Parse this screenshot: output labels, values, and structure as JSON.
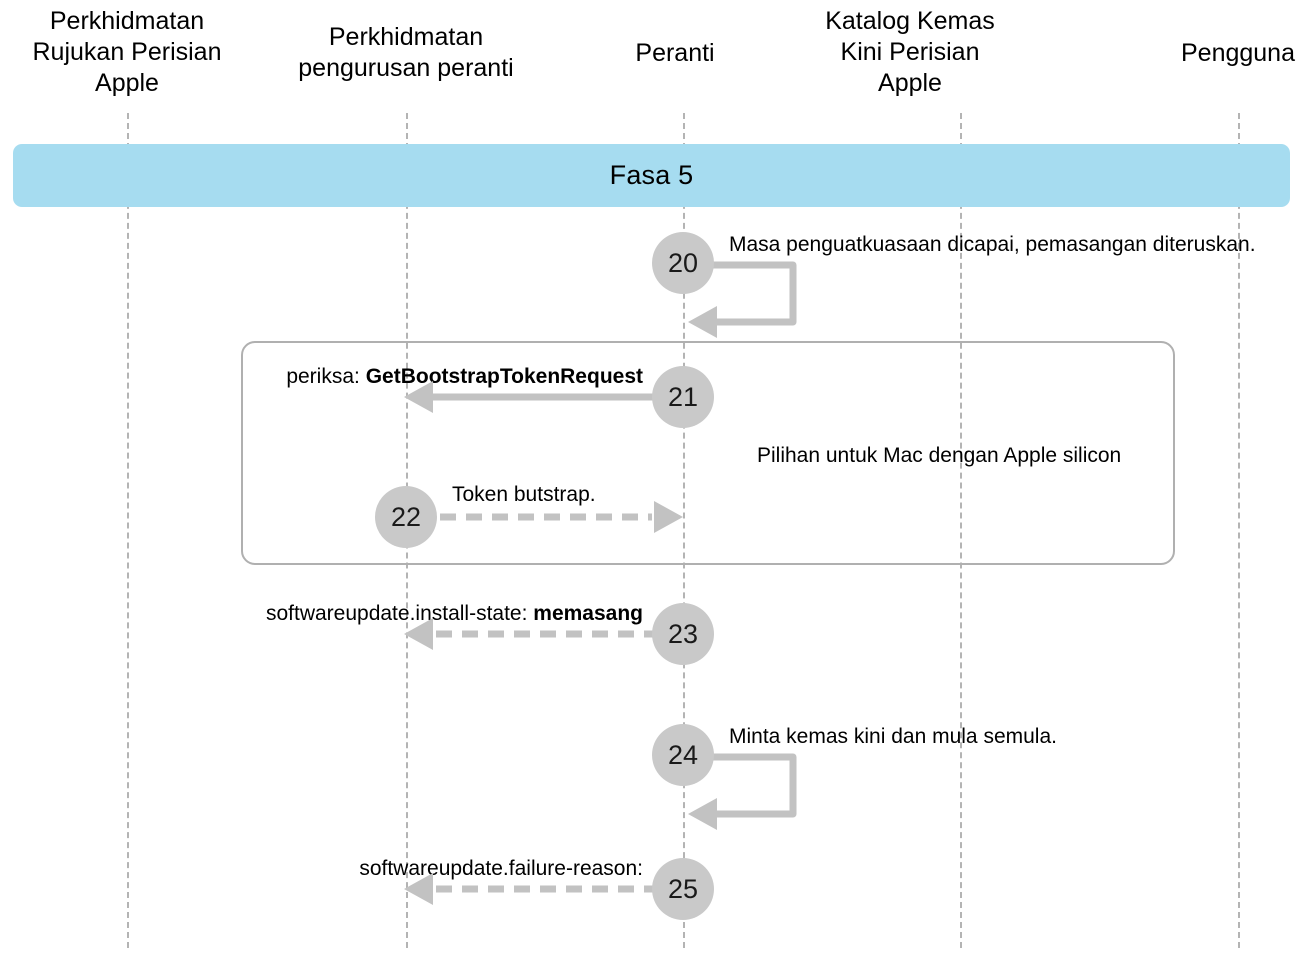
{
  "diagram": {
    "title": "Fasa 5",
    "phase_banner": {
      "label": "Fasa 5",
      "color": "#a6dcf0"
    },
    "colors": {
      "badge_fill": "#c9c9c9",
      "arrow": "#c2c2c2",
      "lifeline": "#b4b4b4",
      "box_border": "#b0b0b0",
      "banner": "#a6dcf0",
      "text": "#000000"
    },
    "lifelines": [
      {
        "id": "asr",
        "label": "Perkhidmatan\nRujukan Perisian\nApple"
      },
      {
        "id": "mdm",
        "label": "Perkhidmatan\npengurusan peranti"
      },
      {
        "id": "device",
        "label": "Peranti"
      },
      {
        "id": "catalog",
        "label": "Katalog Kemas\nKini Perisian\nApple"
      },
      {
        "id": "user",
        "label": "Pengguna"
      }
    ],
    "optional_region": {
      "label": "Pilihan untuk Mac dengan Apple silicon"
    },
    "steps": [
      {
        "number": "20",
        "kind": "self-loop",
        "line": "solid",
        "from": "device",
        "to": "device",
        "label_plain": "Masa penguatkuasaan dicapai, pemasangan diteruskan.",
        "label_bold": ""
      },
      {
        "number": "21",
        "kind": "message",
        "line": "solid",
        "direction": "left",
        "from": "device",
        "to": "mdm",
        "label_plain": "periksa: ",
        "label_bold": "GetBootstrapTokenRequest"
      },
      {
        "number": "22",
        "kind": "message",
        "line": "dashed",
        "direction": "right",
        "from": "mdm",
        "to": "device",
        "label_plain": "Token butstrap.",
        "label_bold": ""
      },
      {
        "number": "23",
        "kind": "message",
        "line": "dashed",
        "direction": "left",
        "from": "device",
        "to": "mdm",
        "label_plain": "softwareupdate.install-state: ",
        "label_bold": "memasang"
      },
      {
        "number": "24",
        "kind": "self-loop",
        "line": "solid",
        "from": "device",
        "to": "device",
        "label_plain": "Minta kemas kini dan mula semula.",
        "label_bold": ""
      },
      {
        "number": "25",
        "kind": "message",
        "line": "dashed",
        "direction": "left",
        "from": "device",
        "to": "mdm",
        "label_plain": "softwareupdate.failure-reason:",
        "label_bold": ""
      }
    ]
  }
}
